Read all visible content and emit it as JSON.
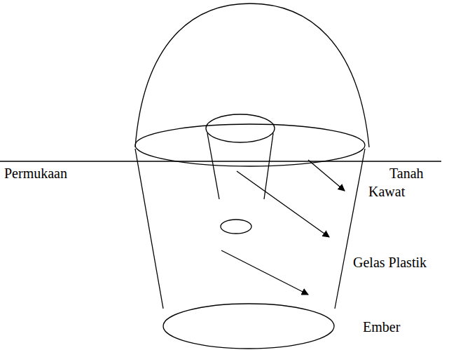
{
  "diagram": {
    "labels": [
      "Permukaan",
      "Tanah",
      "Kawat",
      "Gelas Plastik",
      "Ember"
    ]
  }
}
